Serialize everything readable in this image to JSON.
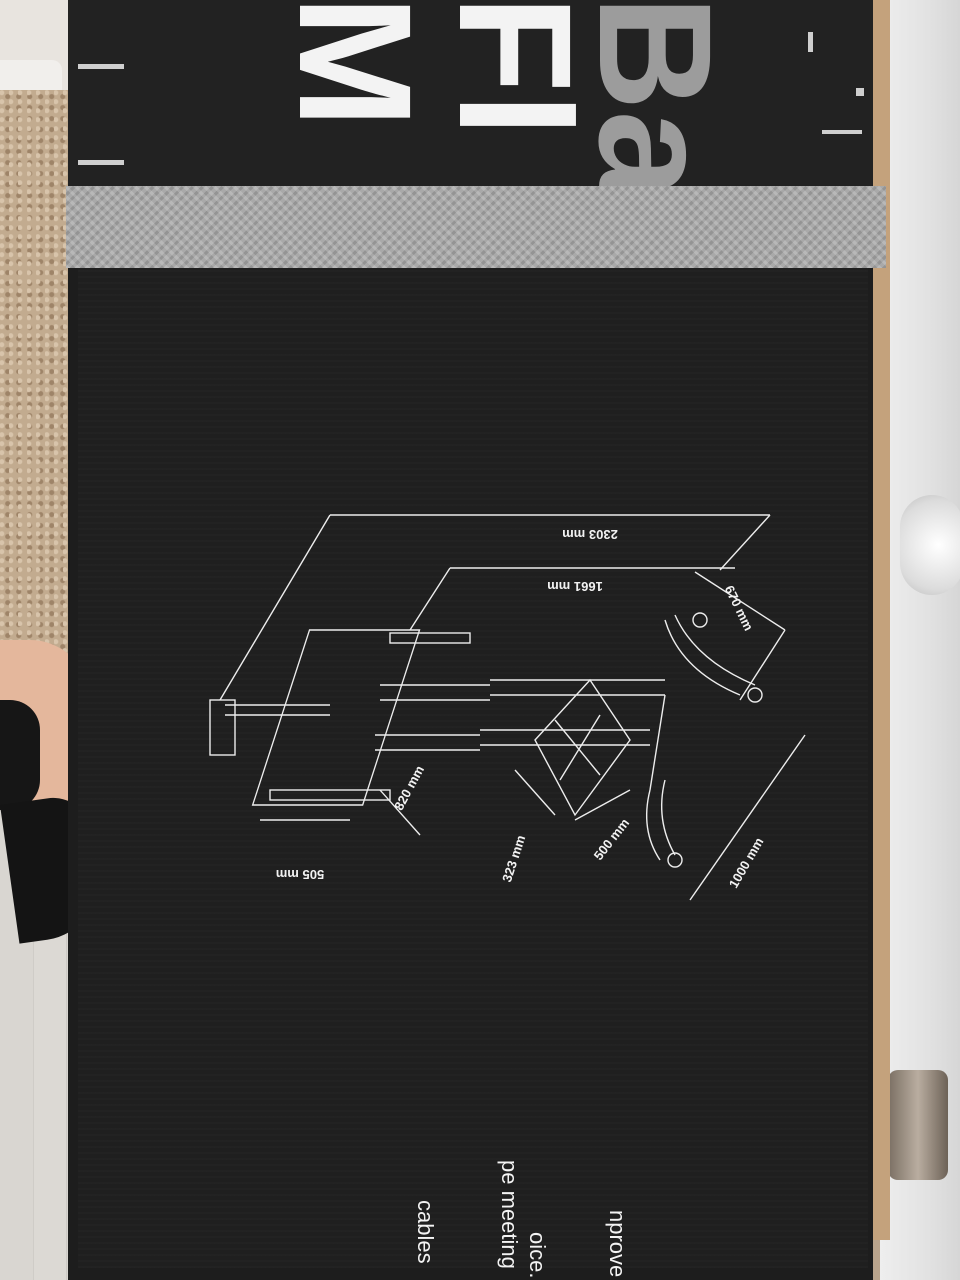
{
  "box": {
    "title_letters": [
      "M",
      "Fl",
      "Ba"
    ]
  },
  "diagram": {
    "dimensions": {
      "total_width": "2303 mm",
      "rail_width": "1661 mm",
      "base_depth": "670 mm",
      "height": "820 mm",
      "mount_width": "505 mm",
      "shelf_depth": "323 mm",
      "shelf_width": "500 mm",
      "base_length": "1000 mm"
    }
  },
  "side_text": {
    "line1": "cables",
    "line2": "pe meeting",
    "line3": "oice.",
    "line4": "nprove"
  },
  "colors": {
    "box": "#1d1d1d",
    "strap": "#a9a9a9",
    "cardboard": "#c4a27c",
    "print": "#f2f2f2"
  }
}
